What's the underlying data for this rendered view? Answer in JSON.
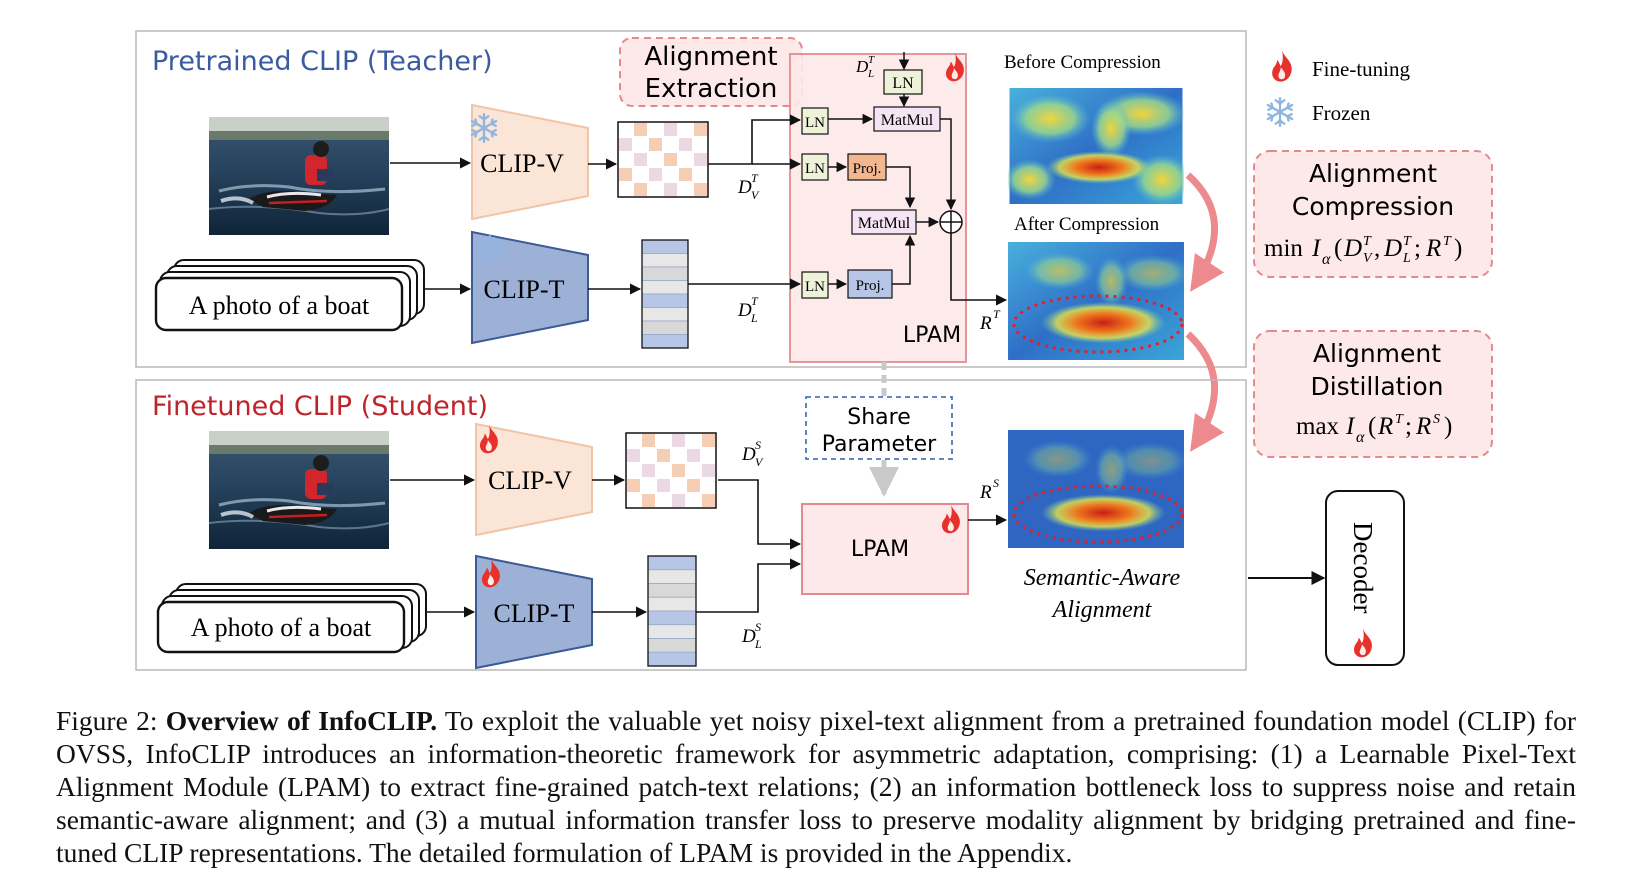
{
  "figure": {
    "teacher_title": "Pretrained CLIP (Teacher)",
    "student_title": "Finetuned CLIP (Student)",
    "clip_v": "CLIP-V",
    "clip_t": "CLIP-T",
    "text_prompt": "A photo of a boat",
    "alignment_extraction": [
      "Alignment",
      "Extraction"
    ],
    "share_parameter": [
      "Share",
      "Parameter"
    ],
    "lpam": "LPAM",
    "ln": "LN",
    "matmul": "MatMul",
    "proj": "Proj.",
    "before_compression": "Before Compression",
    "after_compression": "After Compression",
    "semantic_aware": [
      "Semantic-Aware",
      "Alignment"
    ],
    "decoder": "Decoder",
    "legend": {
      "finetuning": "Fine-tuning",
      "frozen": "Frozen"
    },
    "alignment_compression": [
      "Alignment",
      "Compression"
    ],
    "alignment_distillation": [
      "Alignment",
      "Distillation"
    ],
    "math": {
      "dvt": "D",
      "dlt": "D",
      "dvs": "D",
      "dls": "D",
      "rt": "R",
      "rs": "R",
      "compression_min": "min",
      "distill_max": "max"
    }
  },
  "caption": {
    "prefix": "Figure 2: ",
    "title": "Overview of InfoCLIP.",
    "body": " To exploit the valuable yet noisy pixel-text alignment from a pretrained foundation model (CLIP) for OVSS, InfoCLIP introduces an information-theoretic framework for asymmetric adaptation, comprising: (1) a Learnable Pixel-Text Alignment Module (LPAM) to extract fine-grained patch-text relations; (2) an information bottleneck loss to suppress noise and retain semantic-aware alignment; and (3) a mutual information transfer loss to preserve modality alignment by bridging pretrained and fine-tuned CLIP representations. The detailed formulation of LPAM is provided in the Appendix."
  },
  "colors": {
    "teacher_title": "#3a5ba0",
    "student_title": "#c0242b",
    "clipv_fill": "#fbe5d6",
    "clipv_stroke": "#f0c4a6",
    "clipt_fill": "#9db1d6",
    "clipt_stroke": "#3c5a96",
    "pink_fill": "#fde9ea",
    "pink_stroke": "#e48a8f",
    "flame": "#e8312d"
  }
}
